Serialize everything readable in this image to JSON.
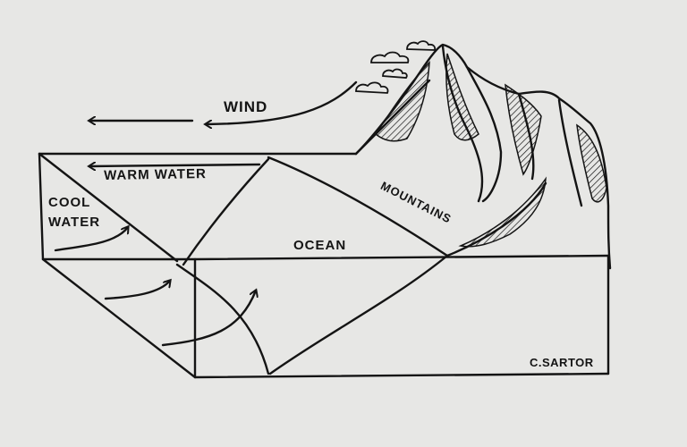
{
  "labels": {
    "wind": "WIND",
    "warm_water": "WARM WATER",
    "cool_water_line1": "COOL",
    "cool_water_line2": "WATER",
    "ocean": "OCEAN",
    "mountains": "MOUNTAINS",
    "signature": "C.SARTOR"
  },
  "colors": {
    "paper": "#e7e7e5",
    "ink": "#141414"
  }
}
